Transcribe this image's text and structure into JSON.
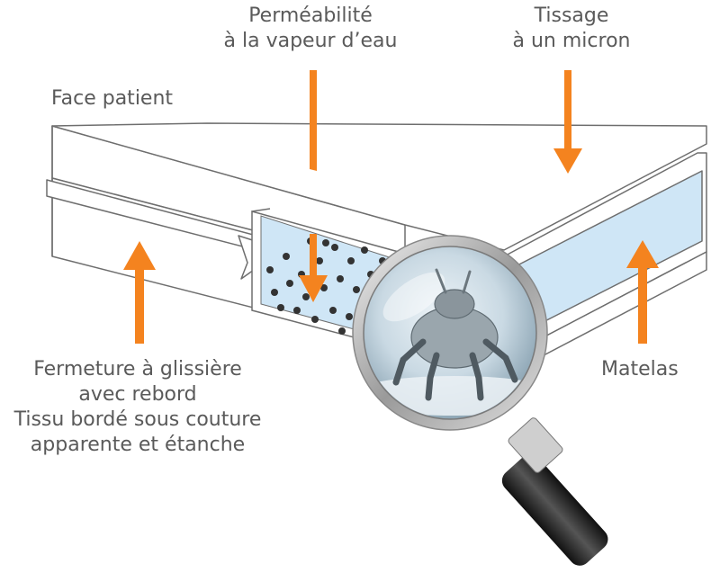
{
  "labels": {
    "patient_side": "Face patient",
    "vapor": [
      "Perméabilité",
      "à la vapeur d’eau"
    ],
    "weave": [
      "Tissage",
      "à un micron"
    ],
    "zipper": [
      "Fermeture à glissière",
      "avec rebord",
      "Tissu bordé sous couture",
      "apparente et étanche"
    ],
    "mattress": "Matelas"
  },
  "colors": {
    "arrow": "#f4831f",
    "outline": "#6e6e6e",
    "fabric_blue": "#cfe6f6",
    "text": "#5a5a5a"
  },
  "icons": [
    "magnifying-glass-icon",
    "dust-mite-icon"
  ]
}
